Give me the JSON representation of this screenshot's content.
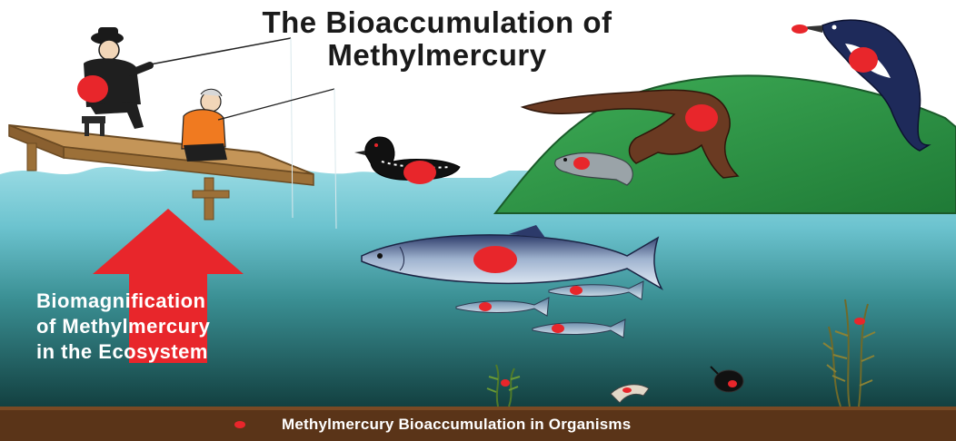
{
  "title": {
    "line1": "The Bioaccumulation of",
    "line2": "Methylmercury"
  },
  "arrow_label": {
    "line1": "Biomagnification",
    "line2": "of Methylmercury",
    "line3": "in the Ecosystem"
  },
  "legend": {
    "label": "Methylmercury Bioaccumulation in Organisms"
  },
  "colors": {
    "mercury_marker": "#e8262b",
    "arrow": "#e8262b",
    "water_surface": "#8fd6e0",
    "water_deep": "#1f5a5a",
    "hill": "#2f9a48",
    "sediment": "#5a3418",
    "dock": "#b88a4f"
  },
  "organisms": [
    "fisherman-adult",
    "fisherman-child",
    "kingfisher",
    "otter",
    "loon",
    "salmon",
    "small-fish",
    "aquatic-plants",
    "invertebrates"
  ]
}
